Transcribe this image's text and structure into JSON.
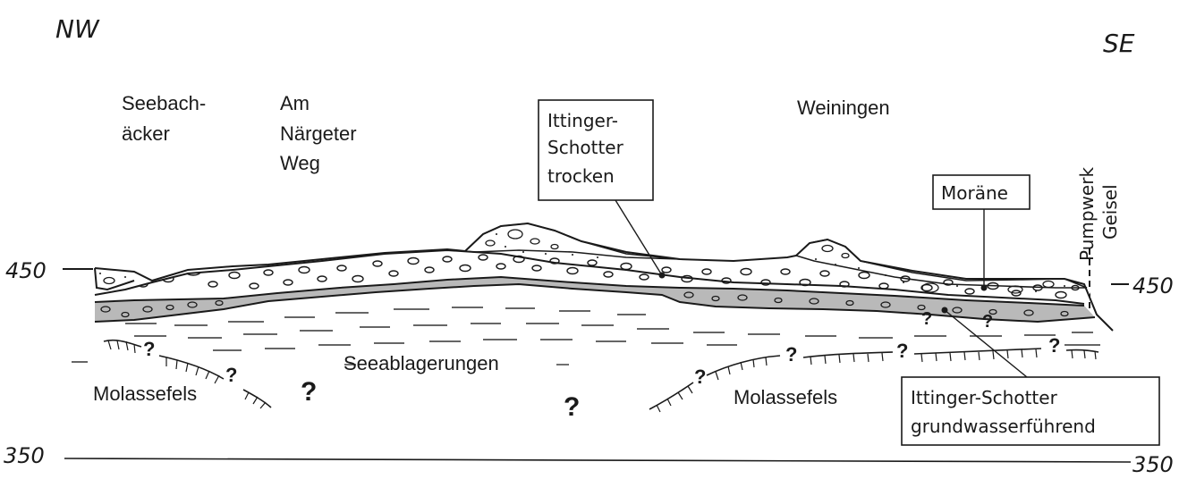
{
  "orientation": {
    "left": "NW",
    "right": "SE"
  },
  "elevation_labels": {
    "left_450": "450",
    "right_450": "450",
    "left_350": "350",
    "right_350": "350"
  },
  "locations": {
    "seebachaecker_line1": "Seebach-",
    "seebachaecker_line2": "äcker",
    "nargeter_line1": "Am",
    "nargeter_line2": "Närgeter",
    "nargeter_line3": "Weg",
    "weiningen": "Weiningen",
    "pumpwerk_line1": "Pumpwerk",
    "pumpwerk_line2": "Geisel"
  },
  "boxed_labels": {
    "ittinger_trocken_line1": "Ittinger-",
    "ittinger_trocken_line2": "Schotter",
    "ittinger_trocken_line3": "trocken",
    "moraene": "Moräne",
    "ittinger_grund_line1": "Ittinger-Schotter",
    "ittinger_grund_line2": "grundwasserführend"
  },
  "layer_labels": {
    "seeablagerungen": "Seeablagerungen",
    "molassefels_left": "Molassefels",
    "molassefels_right": "Molassefels"
  },
  "question_mark": "?",
  "colors": {
    "ink": "#1a1a1a",
    "shaded_gravel": "#b9b9b9",
    "background": "#ffffff"
  }
}
